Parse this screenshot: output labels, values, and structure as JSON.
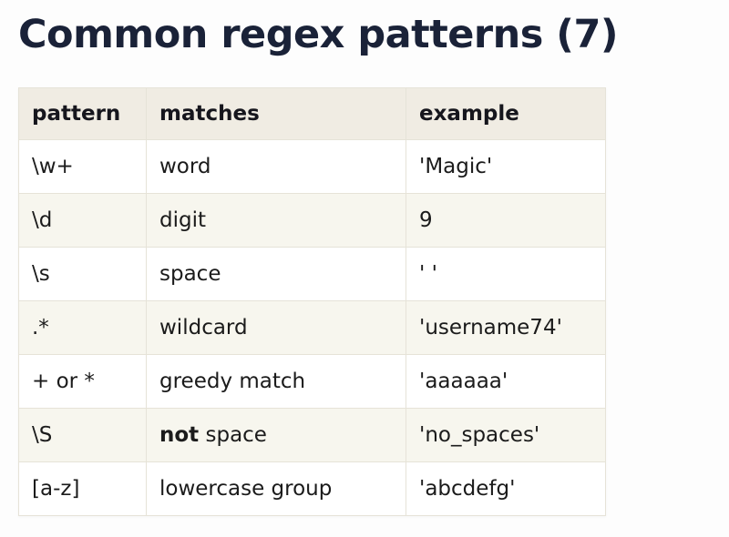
{
  "slide": {
    "title": "Common regex patterns (7)",
    "background_color": "#fdfdfd",
    "title_color": "#1a2238"
  },
  "table": {
    "header_background": "#f0ece3",
    "stripe_background": "#f7f6ee",
    "row_background": "#ffffff",
    "border_color": "#e6e3d8",
    "columns": [
      {
        "key": "pattern",
        "label": "pattern"
      },
      {
        "key": "matches",
        "label": "matches"
      },
      {
        "key": "example",
        "label": "example"
      }
    ],
    "rows": [
      {
        "pattern": "\\w+",
        "matches": "word",
        "matches_bold_prefix": "",
        "example": "'Magic'"
      },
      {
        "pattern": "\\d",
        "matches": "digit",
        "matches_bold_prefix": "",
        "example": "9"
      },
      {
        "pattern": "\\s",
        "matches": "space",
        "matches_bold_prefix": "",
        "example": "' '"
      },
      {
        "pattern": ".*",
        "matches": "wildcard",
        "matches_bold_prefix": "",
        "example": "'username74'"
      },
      {
        "pattern": "+ or *",
        "matches": "greedy match",
        "matches_bold_prefix": "",
        "example": "'aaaaaa'"
      },
      {
        "pattern": "\\S",
        "matches": " space",
        "matches_bold_prefix": "not",
        "example": "'no_spaces'"
      },
      {
        "pattern": "[a-z]",
        "matches": "lowercase group",
        "matches_bold_prefix": "",
        "example": "'abcdefg'"
      }
    ]
  }
}
